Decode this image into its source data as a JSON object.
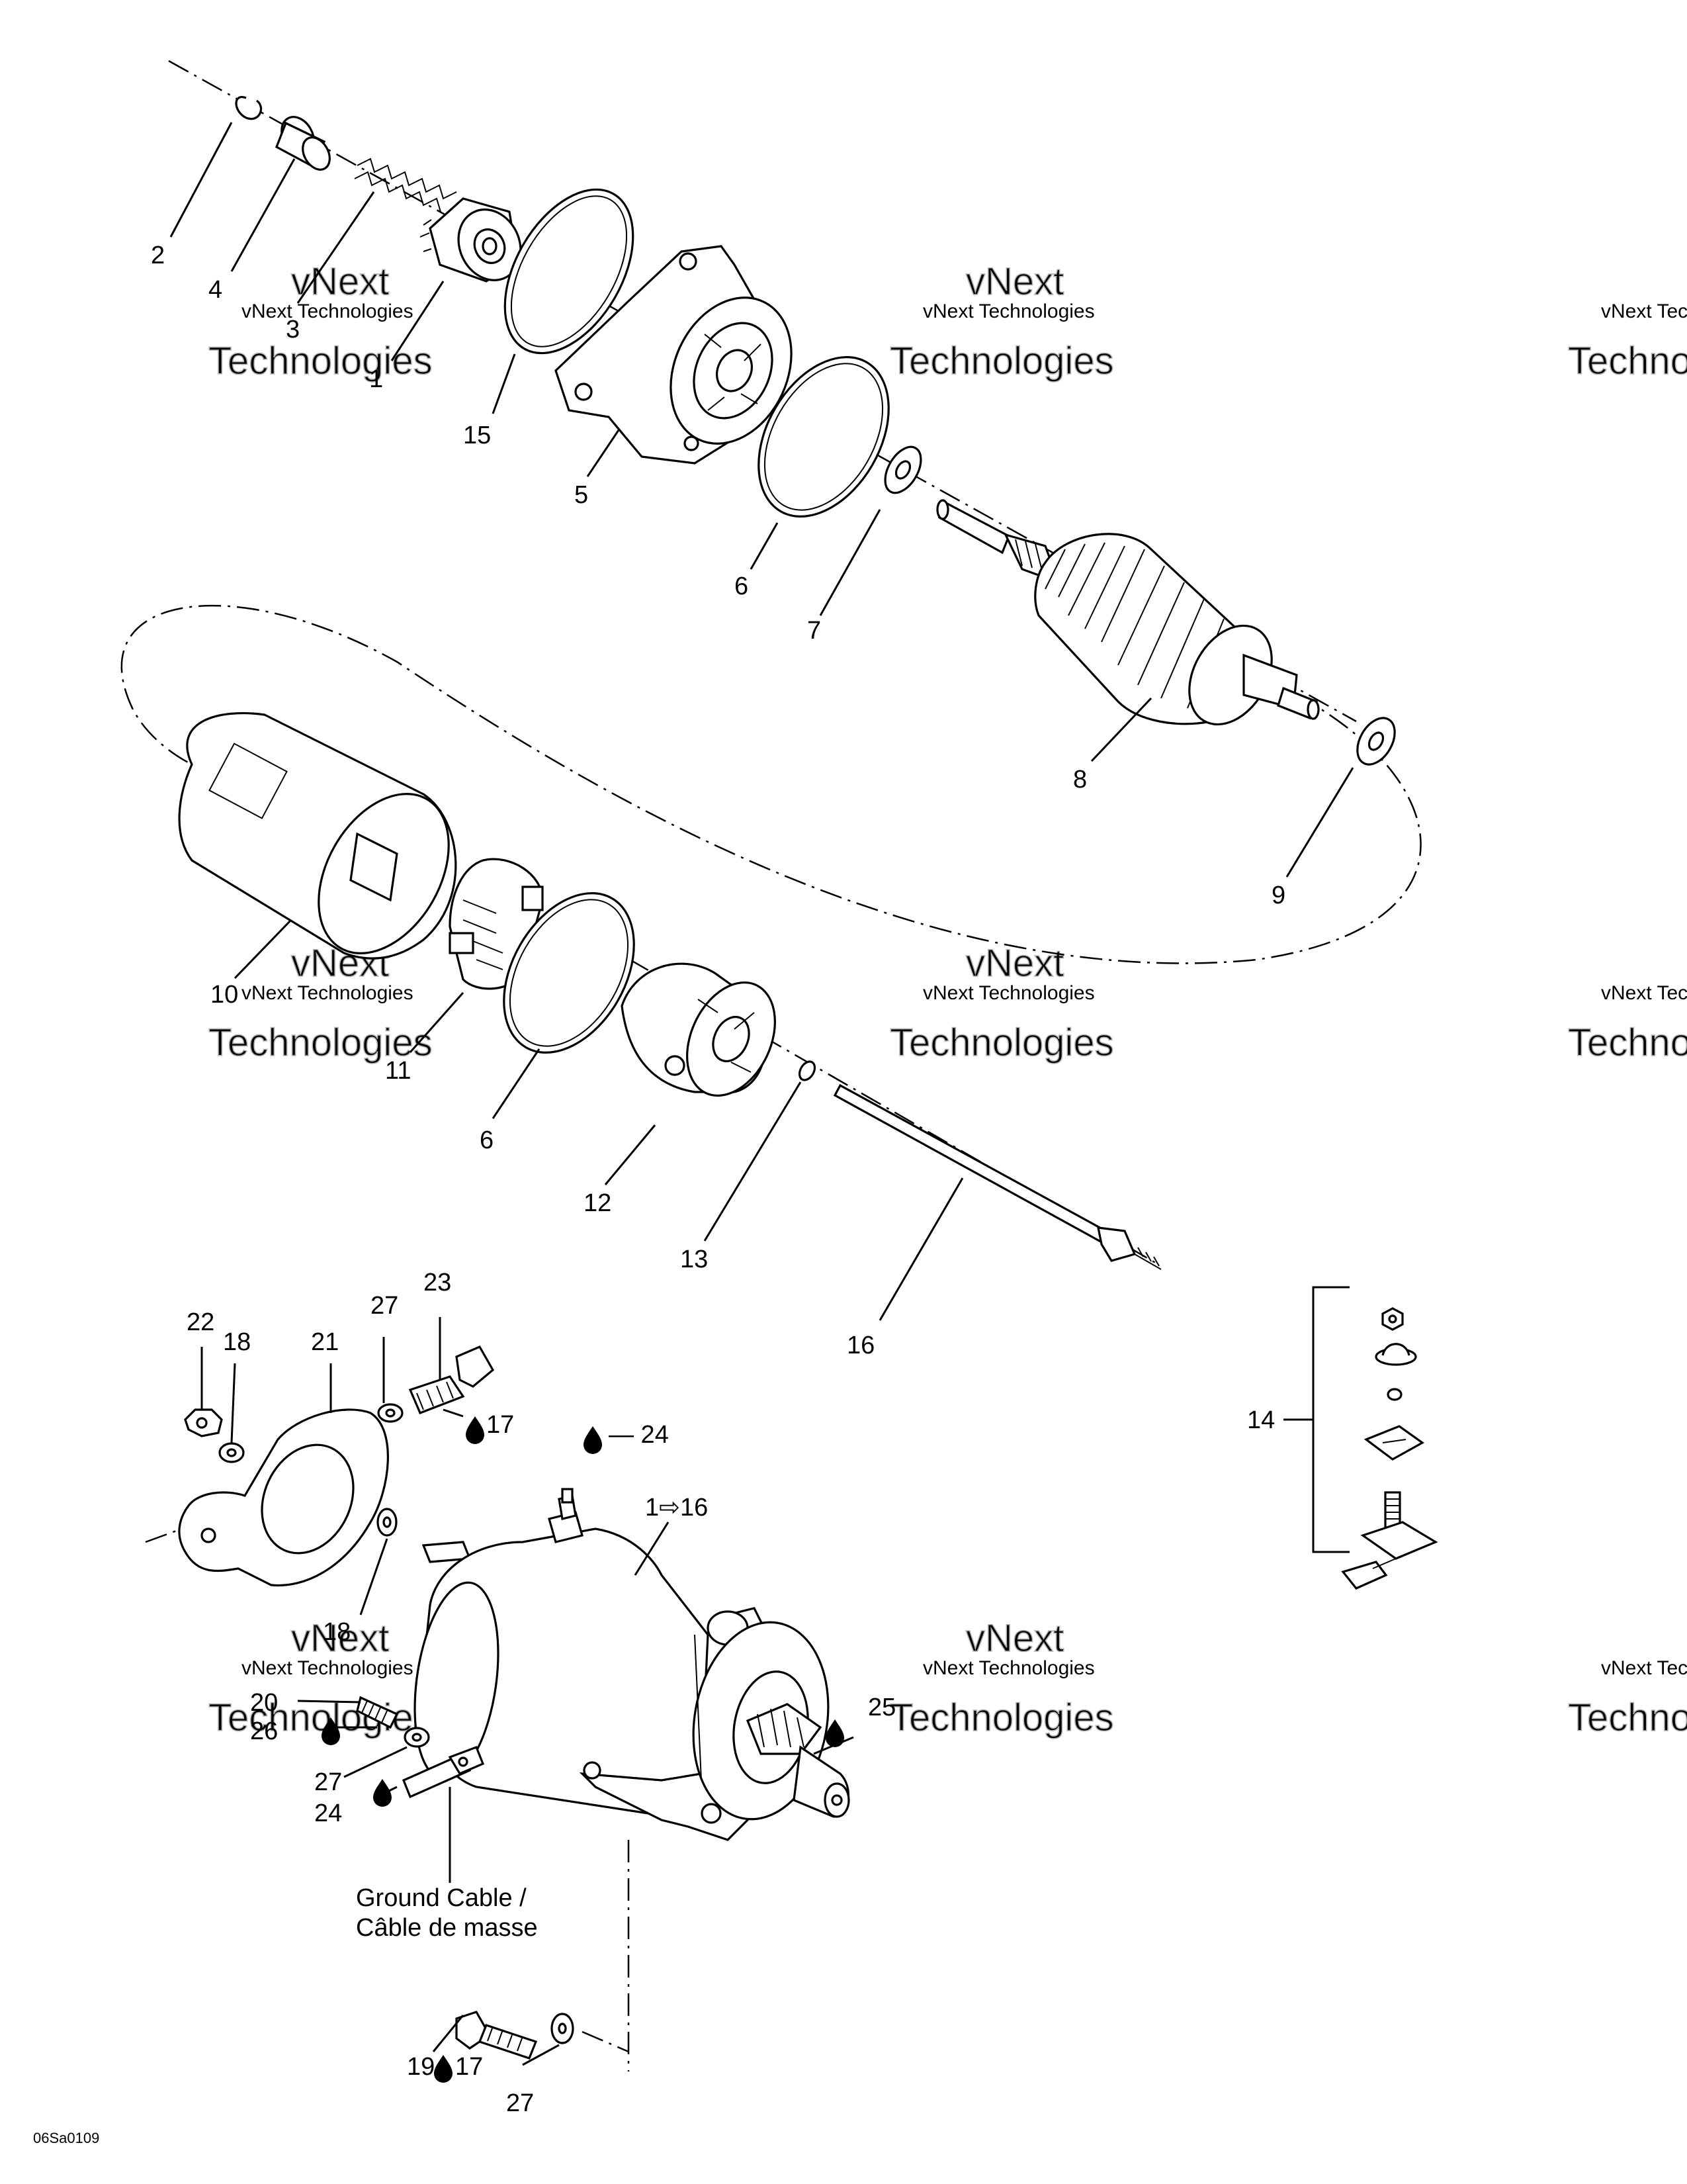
{
  "diagram": {
    "part_labels": [
      {
        "id": "2",
        "text": "2"
      },
      {
        "id": "4",
        "text": "4"
      },
      {
        "id": "3",
        "text": "3"
      },
      {
        "id": "1",
        "text": "1"
      },
      {
        "id": "15",
        "text": "15"
      },
      {
        "id": "5",
        "text": "5"
      },
      {
        "id": "6a",
        "text": "6"
      },
      {
        "id": "7",
        "text": "7"
      },
      {
        "id": "8",
        "text": "8"
      },
      {
        "id": "9",
        "text": "9"
      },
      {
        "id": "10",
        "text": "10"
      },
      {
        "id": "11",
        "text": "11"
      },
      {
        "id": "6b",
        "text": "6"
      },
      {
        "id": "12",
        "text": "12"
      },
      {
        "id": "13",
        "text": "13"
      },
      {
        "id": "16",
        "text": "16"
      },
      {
        "id": "14",
        "text": "14"
      },
      {
        "id": "22",
        "text": "22"
      },
      {
        "id": "18a",
        "text": "18"
      },
      {
        "id": "21",
        "text": "21"
      },
      {
        "id": "27a",
        "text": "27"
      },
      {
        "id": "23",
        "text": "23"
      },
      {
        "id": "17a",
        "text": "17"
      },
      {
        "id": "24a",
        "text": "— 24"
      },
      {
        "id": "1to16",
        "text": "1⇨16"
      },
      {
        "id": "18b",
        "text": "18"
      },
      {
        "id": "20",
        "text": "20"
      },
      {
        "id": "26",
        "text": "26"
      },
      {
        "id": "27b",
        "text": "27"
      },
      {
        "id": "24b",
        "text": "24"
      },
      {
        "id": "25",
        "text": "25"
      },
      {
        "id": "19",
        "text": "19"
      },
      {
        "id": "17b",
        "text": "17"
      },
      {
        "id": "27c",
        "text": "27"
      }
    ],
    "ground_cable_en": "Ground Cable /",
    "ground_cable_fr": "Câble de masse",
    "figure_code": "06Sa0109",
    "watermark_small": "vNext Technologies",
    "watermark_big": "Technologies",
    "watermark_top": "vNext"
  }
}
